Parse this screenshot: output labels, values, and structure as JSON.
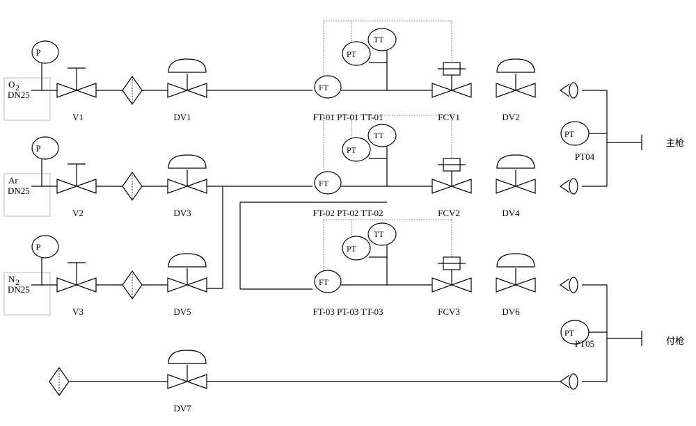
{
  "gas_sources": [
    {
      "name_main": "O",
      "name_sub": "2",
      "size": "DN25",
      "gauge": "P",
      "valve": "V1",
      "valve_auto": "DV1"
    },
    {
      "name_main": "Ar",
      "name_sub": "",
      "size": "DN25",
      "gauge": "P",
      "valve": "V2",
      "valve_auto": "DV3"
    },
    {
      "name_main": "N",
      "name_sub": "2",
      "size": "DN25",
      "gauge": "P",
      "valve": "V3",
      "valve_auto": "DV5"
    }
  ],
  "control_lines": [
    {
      "flow_meter": "FT",
      "pressure": "PT",
      "temperature": "TT",
      "tag_label": "FT-01 PT-01 TT-01",
      "control_valve": "FCV1",
      "outlet_valve": "DV2"
    },
    {
      "flow_meter": "FT",
      "pressure": "PT",
      "temperature": "TT",
      "tag_label": "FT-02 PT-02 TT-02",
      "control_valve": "FCV2",
      "outlet_valve": "DV4"
    },
    {
      "flow_meter": "FT",
      "pressure": "PT",
      "temperature": "TT",
      "tag_label": "FT-03 PT-03 TT-03",
      "control_valve": "FCV3",
      "outlet_valve": "DV6"
    }
  ],
  "outlets": [
    {
      "transmitter": "PT",
      "tag": "PT04",
      "destination": "主枪"
    },
    {
      "transmitter": "PT",
      "tag": "PT05",
      "destination": "付枪"
    }
  ],
  "return_line": {
    "valve": "DV7"
  }
}
